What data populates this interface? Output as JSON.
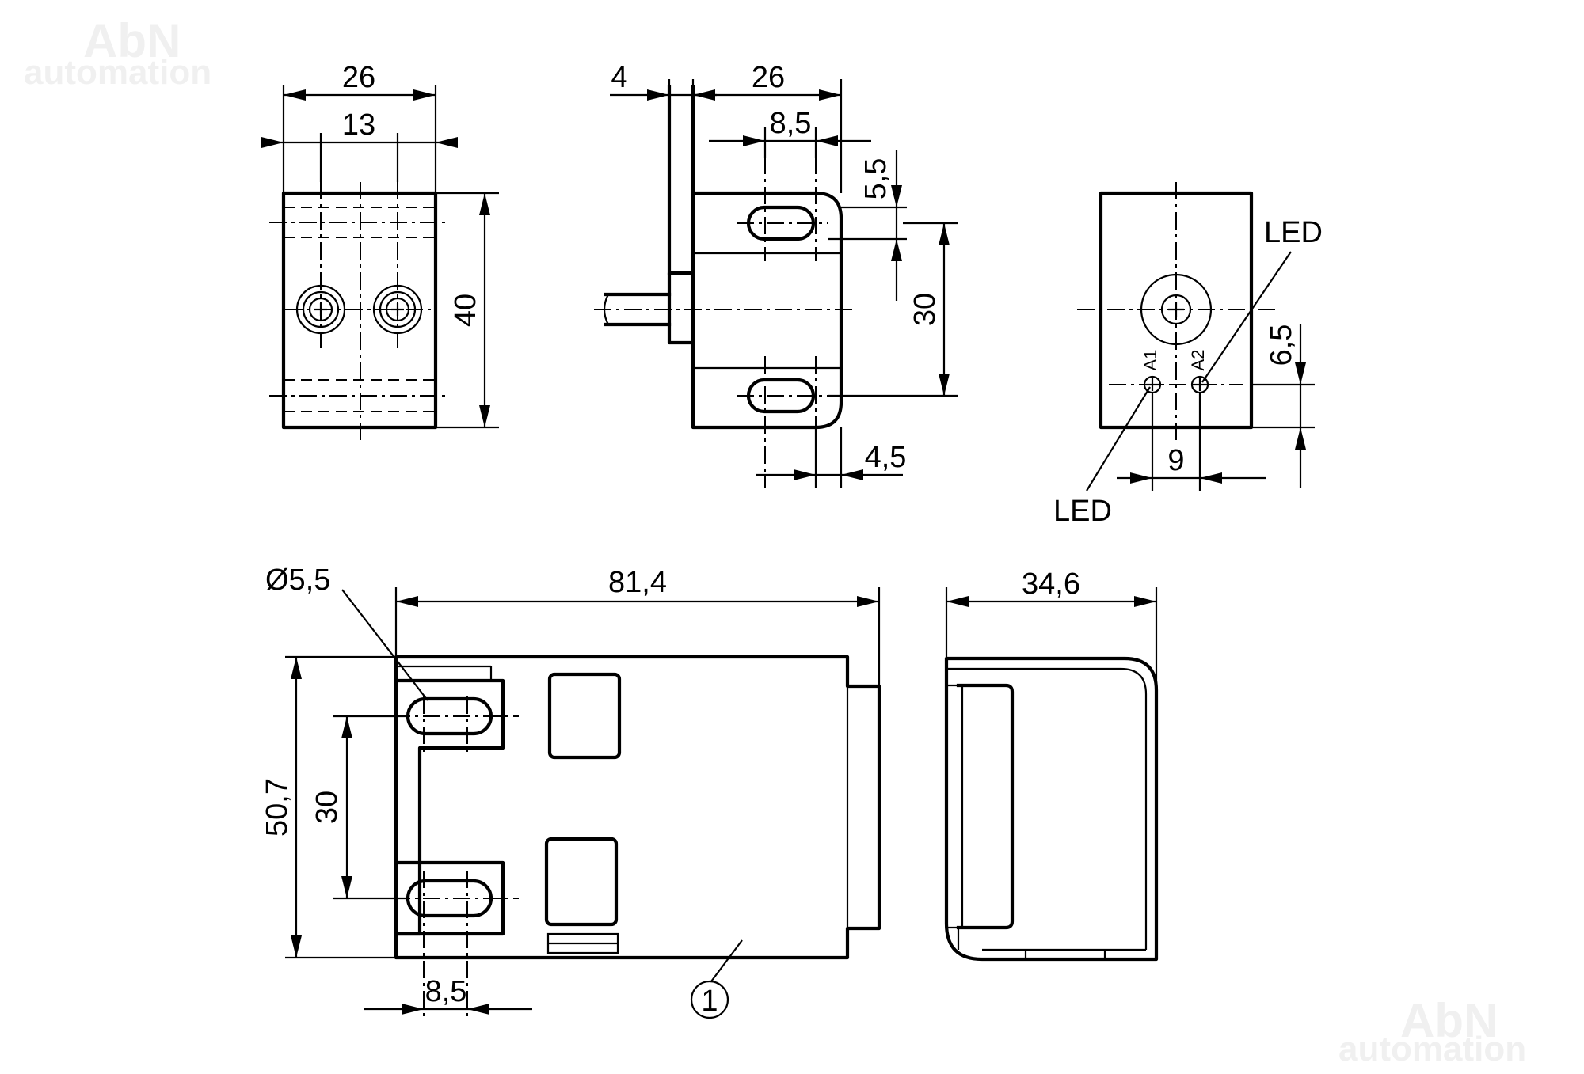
{
  "watermark": {
    "line1": "AbN",
    "line2": "automation"
  },
  "dimensions": {
    "front_width": "26",
    "front_hole_spacing": "13",
    "front_height": "40",
    "side_plate": "4",
    "side_width": "26",
    "side_slot_width": "8,5",
    "side_slot_offset": "5,5",
    "side_slot_spacing": "30",
    "side_edge": "4,5",
    "rear_led_pitch": "9",
    "rear_led_height": "6,5",
    "bottom_hole_diameter": "Ø5,5",
    "bottom_length": "81,4",
    "bottom_height": "50,7",
    "bottom_slot_spacing": "30",
    "bottom_slot_width": "8,5",
    "end_width": "34,6"
  },
  "labels": {
    "led_top": "LED",
    "led_bottom": "LED",
    "a1": "A1",
    "a2": "A2",
    "callout": "1"
  }
}
